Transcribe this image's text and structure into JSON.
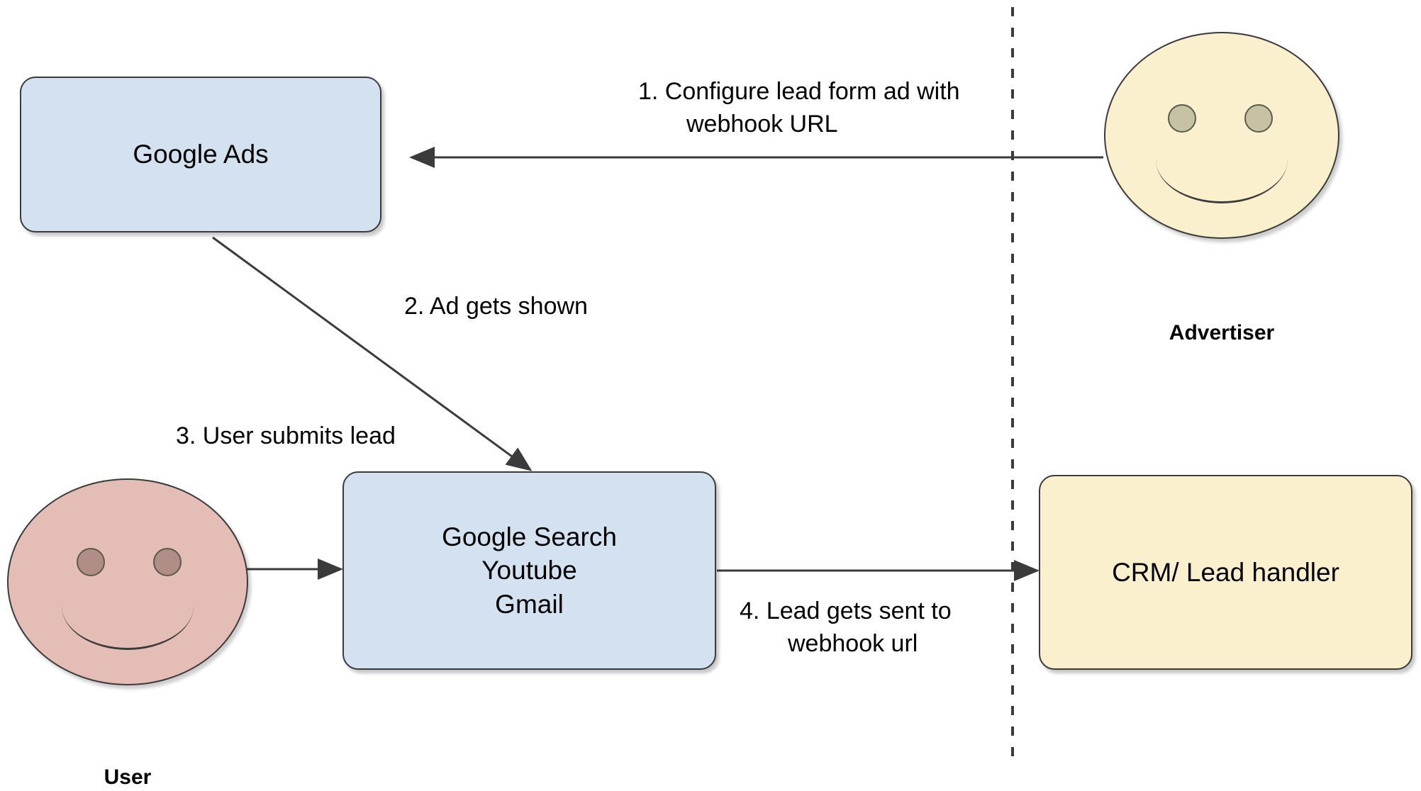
{
  "diagram": {
    "title": "Google Ads lead form webhook flow",
    "background_color": "#ffffff",
    "boundary": {
      "name": "google-advertiser-boundary",
      "style": "dashed-vertical-line",
      "color": "#3b3b3b"
    },
    "nodes": [
      {
        "id": "google-ads",
        "label": "Google Ads",
        "shape": "rounded-rectangle",
        "fill": "#d4e1f1",
        "stroke": "#3b3b3b"
      },
      {
        "id": "google-surfaces",
        "label": "Google Search\nYoutube\nGmail",
        "shape": "rounded-rectangle",
        "fill": "#d4e1f1",
        "stroke": "#3b3b3b"
      },
      {
        "id": "crm",
        "label": "CRM/ Lead handler",
        "shape": "rounded-rectangle",
        "fill": "#fbf0cd",
        "stroke": "#3b3b3b"
      }
    ],
    "actors": [
      {
        "id": "advertiser",
        "name": "Advertiser",
        "shape": "smiley-circle",
        "fill": "#fbf0cd",
        "eye_fill": "#c7c2a4",
        "stroke": "#3b3b3b"
      },
      {
        "id": "user",
        "name": "User",
        "shape": "smiley-circle",
        "fill": "#e4bdb6",
        "eye_fill": "#b08d87",
        "stroke": "#3b3b3b"
      }
    ],
    "edges": [
      {
        "id": "step-1",
        "number": "1.",
        "text": "Configure lead form ad with webhook URL",
        "label": "1.  Configure lead form ad with\nwebhook URL",
        "from": "advertiser",
        "to": "google-ads",
        "direction": "right-to-left"
      },
      {
        "id": "step-2",
        "number": "2.",
        "text": "Ad gets shown",
        "label": "2.  Ad gets shown",
        "from": "google-ads",
        "to": "google-surfaces",
        "direction": "diagonal-down-right"
      },
      {
        "id": "step-3",
        "number": "3.",
        "text": "User submits lead",
        "label": "3.  User submits lead",
        "from": "user",
        "to": "google-surfaces",
        "direction": "left-to-right"
      },
      {
        "id": "step-4",
        "number": "4.",
        "text": "Lead gets sent to webhook url",
        "label": "4.  Lead gets sent to\nwebhook url",
        "from": "google-surfaces",
        "to": "crm",
        "direction": "left-to-right"
      }
    ]
  }
}
